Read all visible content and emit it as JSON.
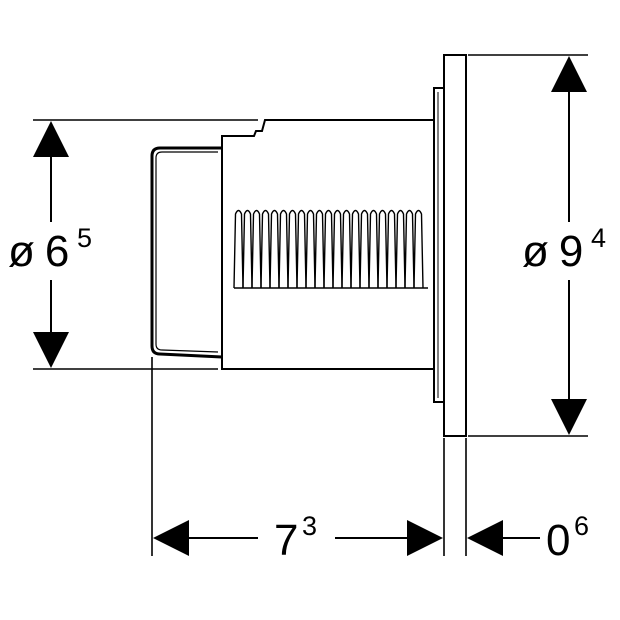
{
  "dimensions": {
    "left_diameter": {
      "symbol": "ø",
      "main": "6",
      "sup": "5"
    },
    "right_diameter": {
      "symbol": "ø",
      "main": "9",
      "sup": "4"
    },
    "length": {
      "main": "7",
      "sup": "3"
    },
    "plate_thickness": {
      "main": "0",
      "sup": "6"
    }
  },
  "colors": {
    "line": "#000000",
    "background": "#ffffff"
  }
}
